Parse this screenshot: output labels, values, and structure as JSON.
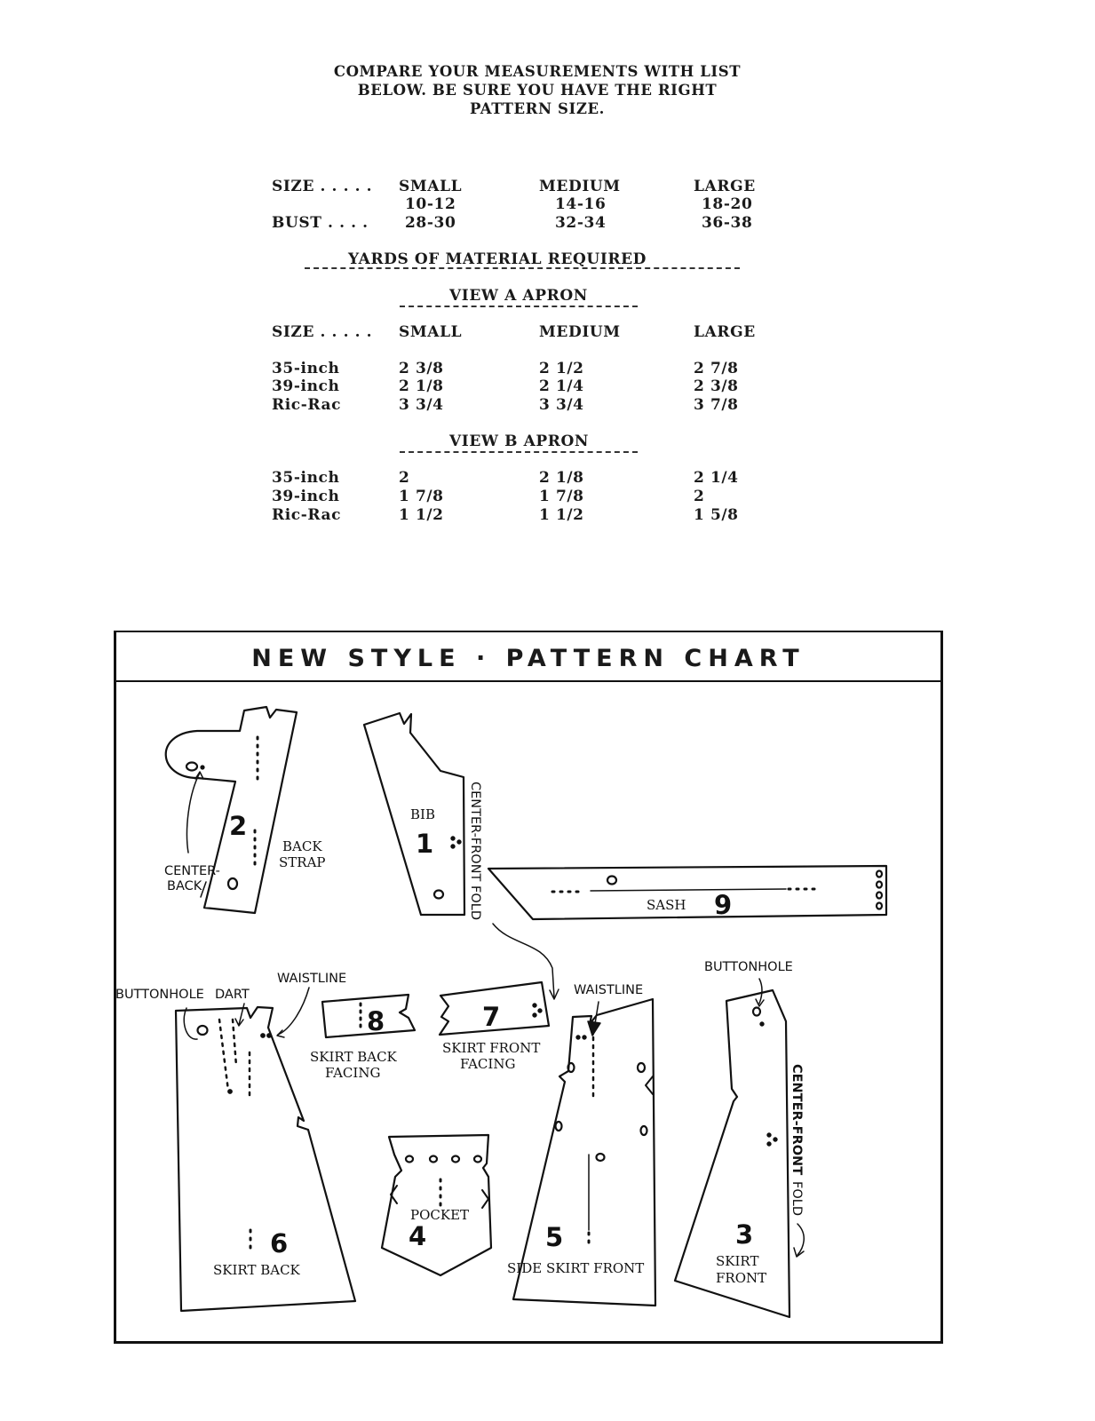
{
  "intro": {
    "line1": "COMPARE YOUR MEASUREMENTS WITH LIST",
    "line2": "BELOW.  BE SURE YOU HAVE THE RIGHT",
    "line3": "PATTERN SIZE."
  },
  "size_table": {
    "size_label": "SIZE . . . . .",
    "bust_label": "BUST  . . . .",
    "columns": [
      {
        "name": "SMALL",
        "range": "10-12",
        "bust": "28-30"
      },
      {
        "name": "MEDIUM",
        "range": "14-16",
        "bust": "32-34"
      },
      {
        "name": "LARGE",
        "range": "18-20",
        "bust": "36-38"
      }
    ]
  },
  "yardage": {
    "heading": "YARDS  OF  MATERIAL  REQUIRED",
    "view_a": {
      "heading": "VIEW A APRON",
      "size_label": "SIZE . . . . .",
      "columns": [
        "SMALL",
        "MEDIUM",
        "LARGE"
      ],
      "rows": [
        {
          "label": "35-inch",
          "values": [
            "2 3/8",
            "2 1/2",
            "2 7/8"
          ]
        },
        {
          "label": "39-inch",
          "values": [
            "2 1/8",
            "2 1/4",
            "2 3/8"
          ]
        },
        {
          "label": "Ric-Rac",
          "values": [
            "3 3/4",
            "3 3/4",
            "3 7/8"
          ]
        }
      ]
    },
    "view_b": {
      "heading": "VIEW B APRON",
      "rows": [
        {
          "label": "35-inch",
          "values": [
            "2",
            "2 1/8",
            "2 1/4"
          ]
        },
        {
          "label": "39-inch",
          "values": [
            "1 7/8",
            "1 7/8",
            "2"
          ]
        },
        {
          "label": "Ric-Rac",
          "values": [
            "1 1/2",
            "1 1/2",
            "1 5/8"
          ]
        }
      ]
    }
  },
  "pattern_chart": {
    "title": "NEW STYLE · PATTERN CHART",
    "pieces": [
      {
        "number": "1",
        "name": "BIB"
      },
      {
        "number": "2",
        "name": "BACK STRAP",
        "name_line1": "BACK",
        "name_line2": "STRAP"
      },
      {
        "number": "3",
        "name": "SKIRT FRONT",
        "name_line1": "SKIRT",
        "name_line2": "FRONT"
      },
      {
        "number": "4",
        "name": "POCKET"
      },
      {
        "number": "5",
        "name": "SIDE SKIRT FRONT"
      },
      {
        "number": "6",
        "name": "SKIRT BACK"
      },
      {
        "number": "7",
        "name": "SKIRT FRONT FACING",
        "name_line1": "SKIRT FRONT",
        "name_line2": "FACING"
      },
      {
        "number": "8",
        "name": "SKIRT BACK FACING",
        "name_line1": "SKIRT BACK",
        "name_line2": "FACING"
      },
      {
        "number": "9",
        "name": "SASH"
      }
    ],
    "annotations": {
      "center_back_1": "CENTER-",
      "center_back_2": "BACK",
      "center_front_fold_vertical": "CENTER-FRONT FOLD",
      "center_front_bold": "CENTER-FRONT",
      "fold": "FOLD",
      "buttonhole_left": "BUTTONHOLE",
      "dart": "DART",
      "waistline_left": "WAISTLINE",
      "waistline_right": "WAISTLINE",
      "buttonhole_right": "BUTTONHOLE"
    }
  }
}
